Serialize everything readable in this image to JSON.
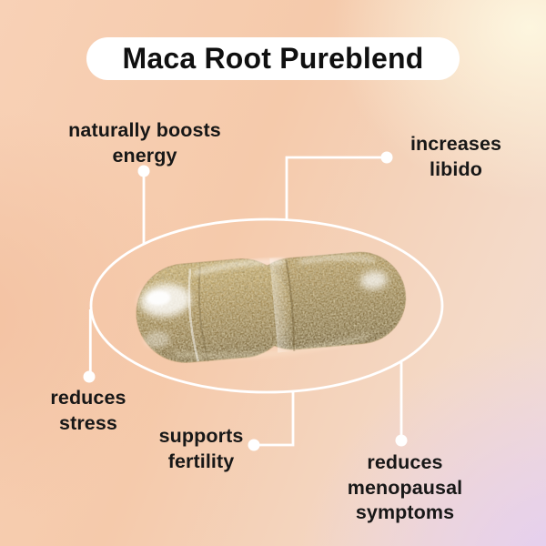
{
  "title": "Maca Root Pureblend",
  "benefits": [
    {
      "id": "energy",
      "label": "naturally boosts\nenergy"
    },
    {
      "id": "libido",
      "label": "increases\nlibido"
    },
    {
      "id": "stress",
      "label": "reduces\nstress"
    },
    {
      "id": "fertility",
      "label": "supports\nfertility"
    },
    {
      "id": "menopause",
      "label": "reduces menopausal\nsymptoms"
    }
  ],
  "colors": {
    "background_top_left": "#f7cfb4",
    "background_top_right": "#fdf6e0",
    "background_bottom_right": "#e6d4f0",
    "background_bottom_left": "#f5d6bd",
    "ring_and_connectors": "#ffffff",
    "title_background": "#ffffff",
    "text": "#171717",
    "capsule_powder_mid": "#9c8551",
    "capsule_powder_light": "#c9b684",
    "capsule_powder_dark": "#6b5a38"
  }
}
